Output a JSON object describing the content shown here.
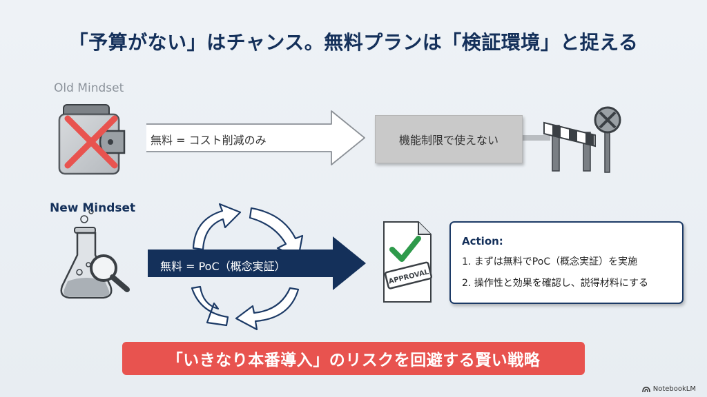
{
  "title": "「予算がない」はチャンス。無料プランは「検証環境」と捉える",
  "old_mindset": {
    "label": "Old Mindset",
    "arrow_text": "無料 = コスト削減のみ",
    "result_box": "機能制限で使えない"
  },
  "new_mindset": {
    "label": "New Mindset",
    "arrow_text": "無料 = PoC（概念実証）",
    "approval_stamp": "APPROVAL",
    "action": {
      "title": "Action:",
      "items": [
        "1. まずは無料でPoC（概念実証）を実施",
        "2. 操作性と効果を確認し、説得材料にする"
      ]
    }
  },
  "banner": "「いきなり本番導入」のリスクを回避する賢い戦略",
  "brand": "NotebookLM",
  "colors": {
    "navy": "#14305a",
    "red_banner": "#e8534f",
    "green_check": "#2e9a4b",
    "grey_box": "#c9c9c9"
  },
  "icons": [
    "wallet-icon",
    "red-x-icon",
    "barrier-icon",
    "no-entry-sign-icon",
    "flask-icon",
    "magnifier-icon",
    "cycle-arrows-icon",
    "approval-document-icon",
    "checkmark-icon"
  ]
}
